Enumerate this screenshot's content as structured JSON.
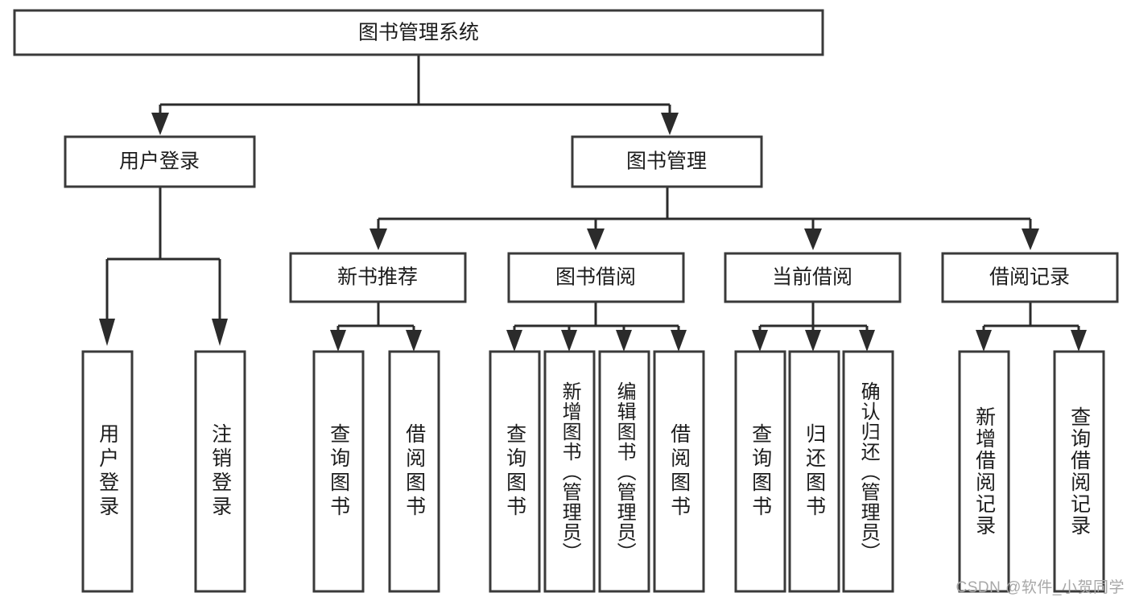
{
  "diagram": {
    "title": "图书管理系统",
    "type": "hierarchy-tree",
    "orientation": "top-down",
    "levels": 4,
    "root": {
      "id": "root",
      "label": "图书管理系统",
      "orientation": "horizontal"
    },
    "level2": [
      {
        "id": "user-login",
        "label": "用户登录",
        "orientation": "horizontal"
      },
      {
        "id": "book-manage",
        "label": "图书管理",
        "orientation": "horizontal"
      }
    ],
    "level3": [
      {
        "id": "new-book-rec",
        "label": "新书推荐",
        "parent": "book-manage",
        "orientation": "horizontal"
      },
      {
        "id": "book-borrow",
        "label": "图书借阅",
        "parent": "book-manage",
        "orientation": "horizontal"
      },
      {
        "id": "current-borrow",
        "label": "当前借阅",
        "parent": "book-manage",
        "orientation": "horizontal"
      },
      {
        "id": "borrow-record",
        "label": "借阅记录",
        "parent": "book-manage",
        "orientation": "horizontal"
      }
    ],
    "leaves": [
      {
        "id": "leaf-user-login",
        "label": "用户登录",
        "parent": "user-login",
        "orientation": "vertical"
      },
      {
        "id": "leaf-logout",
        "label": "注销登录",
        "parent": "user-login",
        "orientation": "vertical"
      },
      {
        "id": "leaf-query-book-1",
        "label": "查询图书",
        "parent": "new-book-rec",
        "orientation": "vertical"
      },
      {
        "id": "leaf-borrow-book-1",
        "label": "借阅图书",
        "parent": "new-book-rec",
        "orientation": "vertical"
      },
      {
        "id": "leaf-query-book-2",
        "label": "查询图书",
        "parent": "book-borrow",
        "orientation": "vertical"
      },
      {
        "id": "leaf-add-book",
        "label": "新增图书（管理员）",
        "parent": "book-borrow",
        "orientation": "vertical"
      },
      {
        "id": "leaf-edit-book",
        "label": "编辑图书（管理员）",
        "parent": "book-borrow",
        "orientation": "vertical"
      },
      {
        "id": "leaf-borrow-book-2",
        "label": "借阅图书",
        "parent": "book-borrow",
        "orientation": "vertical"
      },
      {
        "id": "leaf-query-book-3",
        "label": "查询图书",
        "parent": "current-borrow",
        "orientation": "vertical"
      },
      {
        "id": "leaf-return-book",
        "label": "归还图书",
        "parent": "current-borrow",
        "orientation": "vertical"
      },
      {
        "id": "leaf-confirm-return",
        "label": "确认归还（管理员）",
        "parent": "current-borrow",
        "orientation": "vertical"
      },
      {
        "id": "leaf-add-record",
        "label": "新增借阅记录",
        "parent": "borrow-record",
        "orientation": "vertical"
      },
      {
        "id": "leaf-query-record",
        "label": "查询借阅记录",
        "parent": "borrow-record",
        "orientation": "vertical"
      }
    ],
    "colors": {
      "box_fill": "#ffffff",
      "box_stroke": "#3a3a3a",
      "connector": "#2b2b2b",
      "text": "#1c1c1c",
      "background": "#ffffff",
      "watermark": "#a8a8a8"
    }
  },
  "watermark": {
    "text": "CSDN @软件_小贺同学"
  }
}
